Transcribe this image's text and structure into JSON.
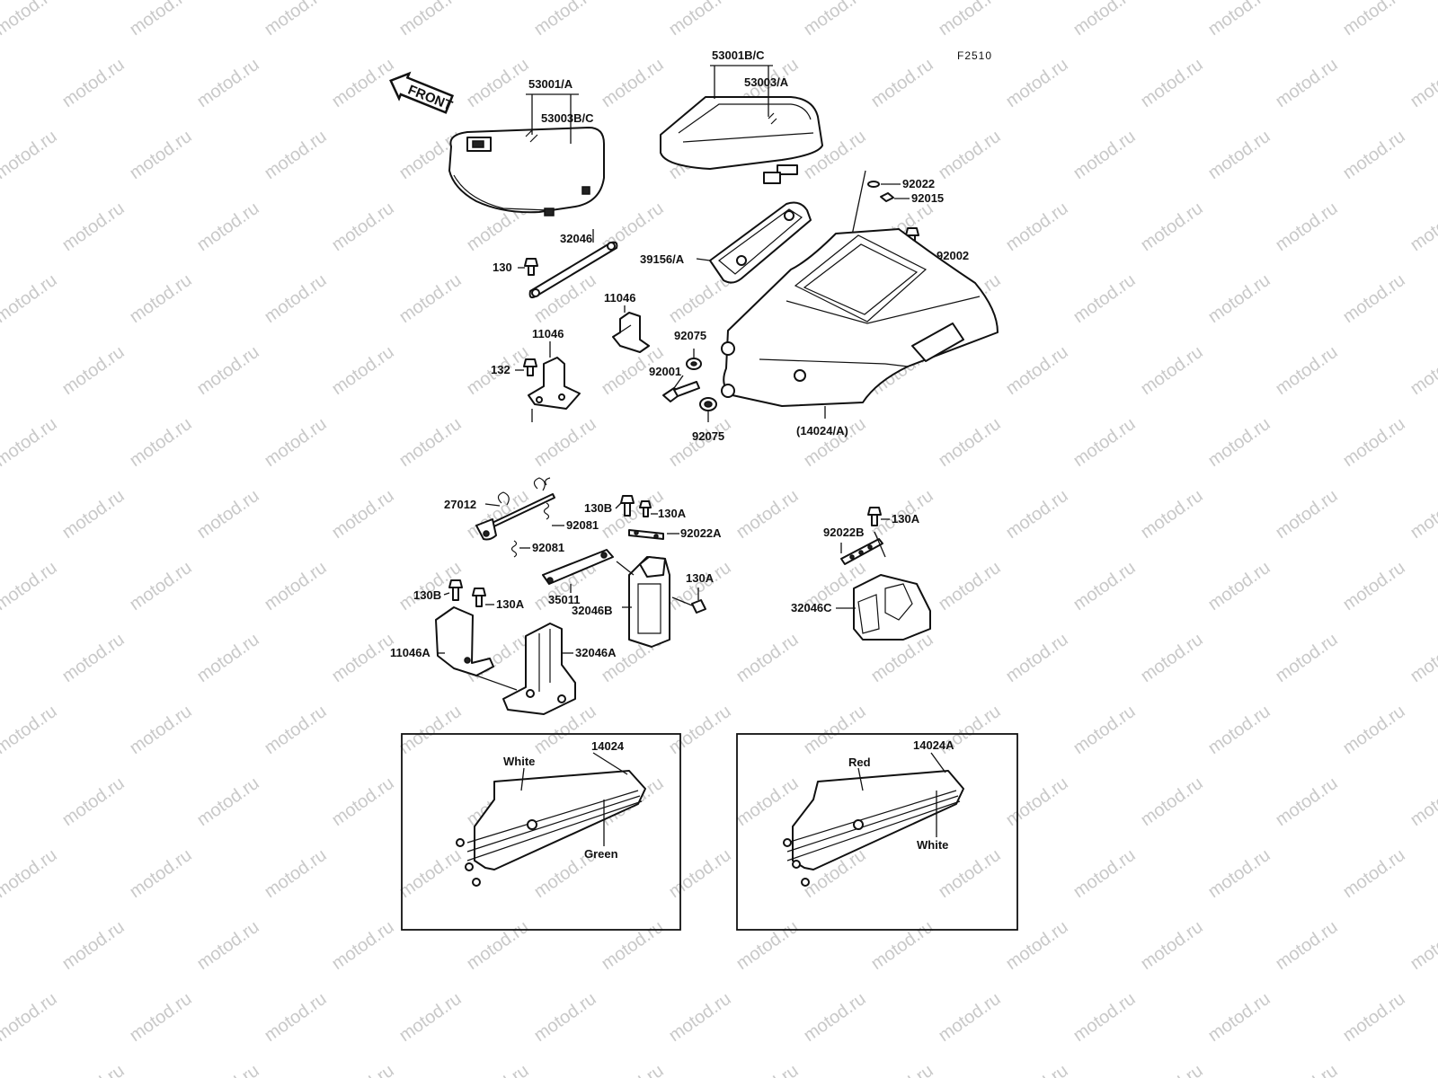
{
  "diagram_code": "F2510",
  "front_arrow_text": "FRONT",
  "watermark_text": "motod.ru",
  "labels": {
    "p53001a": "53001/A",
    "p53003bc": "53003B/C",
    "p53001bc": "53001B/C",
    "p53003a": "53003/A",
    "p92022": "92022",
    "p92015": "92015",
    "p32046": "32046",
    "p130": "130",
    "p39156a": "39156/A",
    "p92002": "92002",
    "p11046_upper": "11046",
    "p11046_lower": "11046",
    "p132": "132",
    "p92075_top": "92075",
    "p92001": "92001",
    "p92075_bot": "92075",
    "p14024a_paren": "(14024/A)",
    "p27012": "27012",
    "p130b_top": "130B",
    "p130a_top": "130A",
    "p92081_a": "92081",
    "p92022a": "92022A",
    "p92081_b": "92081",
    "p35011": "35011",
    "p130a_mid": "130A",
    "p32046b": "32046B",
    "p130b_left": "130B",
    "p130a_left": "130A",
    "p11046a": "11046A",
    "p32046a": "32046A",
    "p92022b": "92022B",
    "p130a_right": "130A",
    "p32046c": "32046C"
  },
  "inset_left": {
    "part": "14024",
    "color_top": "White",
    "color_stripe": "Green"
  },
  "inset_right": {
    "part": "14024A",
    "color_top": "Red",
    "color_stripe": "White"
  }
}
